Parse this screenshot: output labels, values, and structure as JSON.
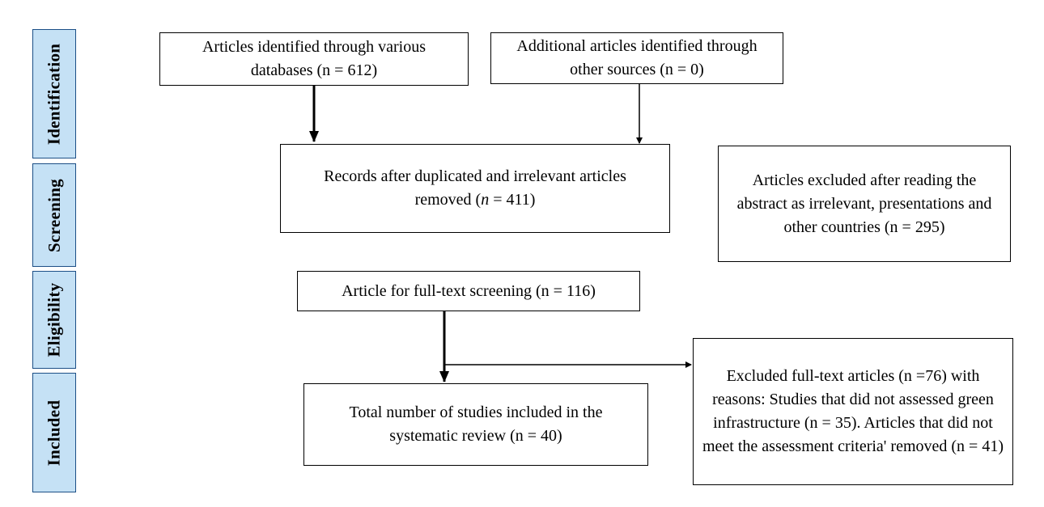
{
  "phases": {
    "identification": "Identification",
    "screening": "Screening",
    "eligibility": "Eligibility",
    "included": "Included"
  },
  "boxes": {
    "databases": "Articles identified through various databases (n = 612)",
    "other_sources": "Additional articles identified through other sources (n = 0)",
    "after_duplicates_prefix": "Records after duplicated and irrelevant articles removed (",
    "after_duplicates_n": "n",
    "after_duplicates_suffix": " = 411)",
    "excluded_abstract": "Articles excluded after reading the abstract as irrelevant, presentations and other countries (n = 295)",
    "full_text": "Article for full-text screening (n = 116)",
    "included_studies": "Total number of studies included in the systematic review (n = 40)",
    "excluded_full_text": "Excluded full-text articles (n =76) with reasons: Studies that did not assessed green infrastructure (n = 35). Articles that did not meet the assessment criteria' removed (n = 41)"
  }
}
